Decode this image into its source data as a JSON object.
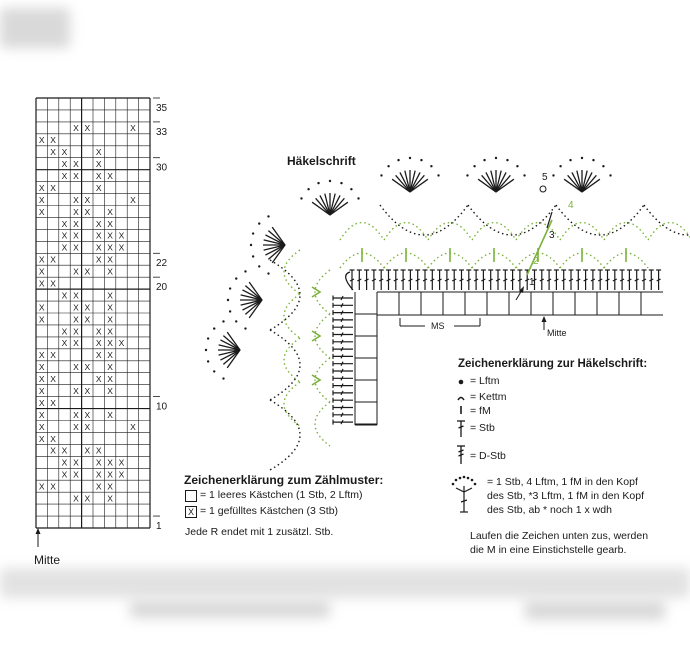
{
  "count_chart": {
    "row_numbers": [
      "35",
      "33",
      "30",
      "22",
      "20",
      "10",
      "1"
    ],
    "center_label": "Mitte",
    "rows": [
      "..........",
      "..........",
      "...XX...X.",
      "XX........",
      ".XX..X....",
      "..XX.X....",
      "..XX.XX...",
      "XX...X....",
      "X..XX...X.",
      "X..XX.X...",
      "..XX.XX...",
      "..XX.XXX..",
      "..XX.XXX..",
      "XX...XX...",
      "X..XX.X...",
      "XX........",
      "..XX..X...",
      "X..XX.X...",
      "X..XX.X...",
      "..XX.XX...",
      "..XX.XXX..",
      "XX...XX...",
      "X..XX.X...",
      "XX...XX...",
      "X..XX.X...",
      "XX........",
      "X..XX.X...",
      "X..XX...X.",
      "XX........",
      ".XX.XX....",
      "..XX.XXX..",
      "..XX.XXX..",
      "XX...XX...",
      "...XX.X...",
      "..........",
      ".........."
    ]
  },
  "legend_count": {
    "title": "Zeichenerklärung zum Zählmuster:",
    "empty_box": "= 1 leeres Kästchen (1 Stb, 2 Lftm)",
    "filled_box_symbol": "X",
    "filled_box": "= 1 gefülltes Kästchen (3 Stb)",
    "note": "Jede R endet mit 1 zusätzl. Stb."
  },
  "crochet_chart": {
    "title": "Häkelschrift",
    "ms_label": "MS",
    "center_label": "Mitte",
    "round_labels": [
      "5",
      "4",
      "3",
      "2",
      "1"
    ],
    "colors": {
      "black": "#1a1a1a",
      "green": "#7bb23a"
    }
  },
  "legend_crochet": {
    "title": "Zeichenerklärung zur Häkelschrift:",
    "items": [
      {
        "icon": "dot-icon",
        "label": "= Lftm"
      },
      {
        "icon": "arc-icon",
        "label": "= Kettm"
      },
      {
        "icon": "bar-icon",
        "label": "= fM"
      },
      {
        "icon": "dc-icon",
        "label": "= Stb"
      },
      {
        "icon": "tc-icon",
        "label": "= D-Stb"
      }
    ],
    "cluster_lines": [
      "= 1 Stb, 4 Lftm, 1 fM in den Kopf",
      "des Stb, *3 Lftm, 1 fM in den Kopf",
      "des Stb, ab * noch 1 x wdh"
    ],
    "footnote_lines": [
      "Laufen die Zeichen unten zus, werden",
      "die M in eine Einstichstelle gearb."
    ]
  }
}
